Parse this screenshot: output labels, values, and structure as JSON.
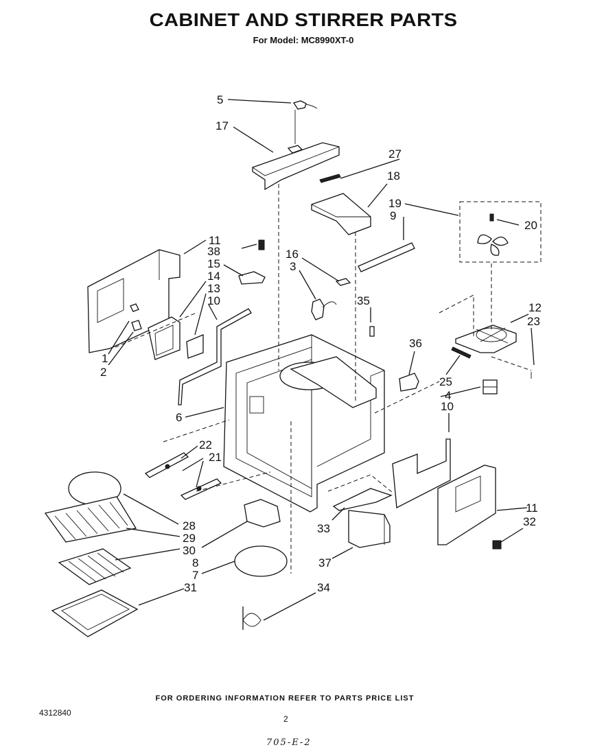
{
  "header": {
    "title": "CABINET AND STIRRER PARTS",
    "subtitle": "For Model: MC8990XT-0"
  },
  "footer": {
    "ordering_note": "FOR ORDERING INFORMATION REFER TO PARTS PRICE LIST",
    "document_number": "4312840",
    "page_number": "2",
    "handwritten_note": "705-E-2"
  },
  "callouts": {
    "c5": "5",
    "c17": "17",
    "c27": "27",
    "c18": "18",
    "c19": "19",
    "c9": "9",
    "c20": "20",
    "c11a": "11",
    "c38": "38",
    "c15": "15",
    "c16": "16",
    "c3": "3",
    "c14": "14",
    "c13": "13",
    "c10a": "10",
    "c35": "35",
    "c12": "12",
    "c23": "23",
    "c36": "36",
    "c1": "1",
    "c2": "2",
    "c25": "25",
    "c4": "4",
    "c6": "6",
    "c10b": "10",
    "c22": "22",
    "c21": "21",
    "c28": "28",
    "c29": "29",
    "c30": "30",
    "c8": "8",
    "c7": "7",
    "c31": "31",
    "c33": "33",
    "c37": "37",
    "c34": "34",
    "c11b": "11",
    "c32": "32"
  }
}
